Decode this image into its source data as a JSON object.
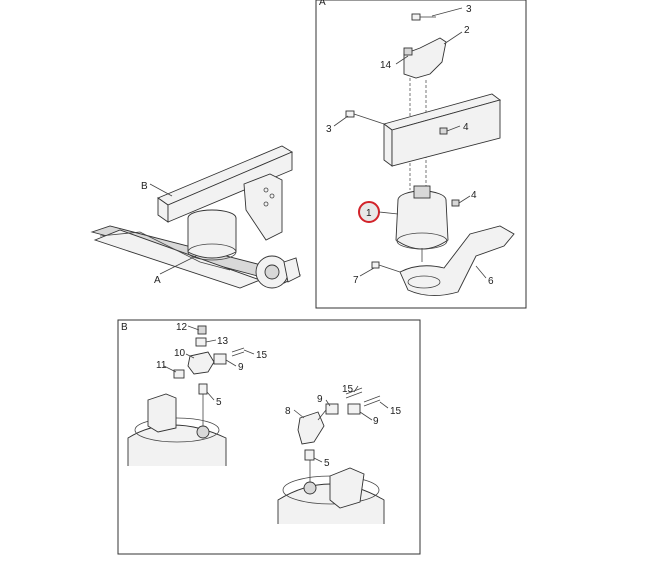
{
  "panels": {
    "detail_a": {
      "label": "A"
    },
    "detail_b": {
      "label": "B"
    }
  },
  "overview": {
    "label_b": "B",
    "label_a": "A"
  },
  "callouts": {
    "a_3_top": "3",
    "a_2": "2",
    "a_14": "14",
    "a_3_mid": "3",
    "a_4_mid": "4",
    "a_1": "1",
    "a_4_low": "4",
    "a_7": "7",
    "a_6": "6",
    "b_12": "12",
    "b_13": "13",
    "b_10": "10",
    "b_15_top": "15",
    "b_11": "11",
    "b_9_top": "9",
    "b_5_left": "5",
    "b_15_mid": "15",
    "b_9_mid": "9",
    "b_8": "8",
    "b_15_right": "15",
    "b_9_right": "9",
    "b_5_right": "5"
  },
  "colors": {
    "highlight": "#d2232a",
    "line": "#444444",
    "fill": "#f2f2f2"
  }
}
